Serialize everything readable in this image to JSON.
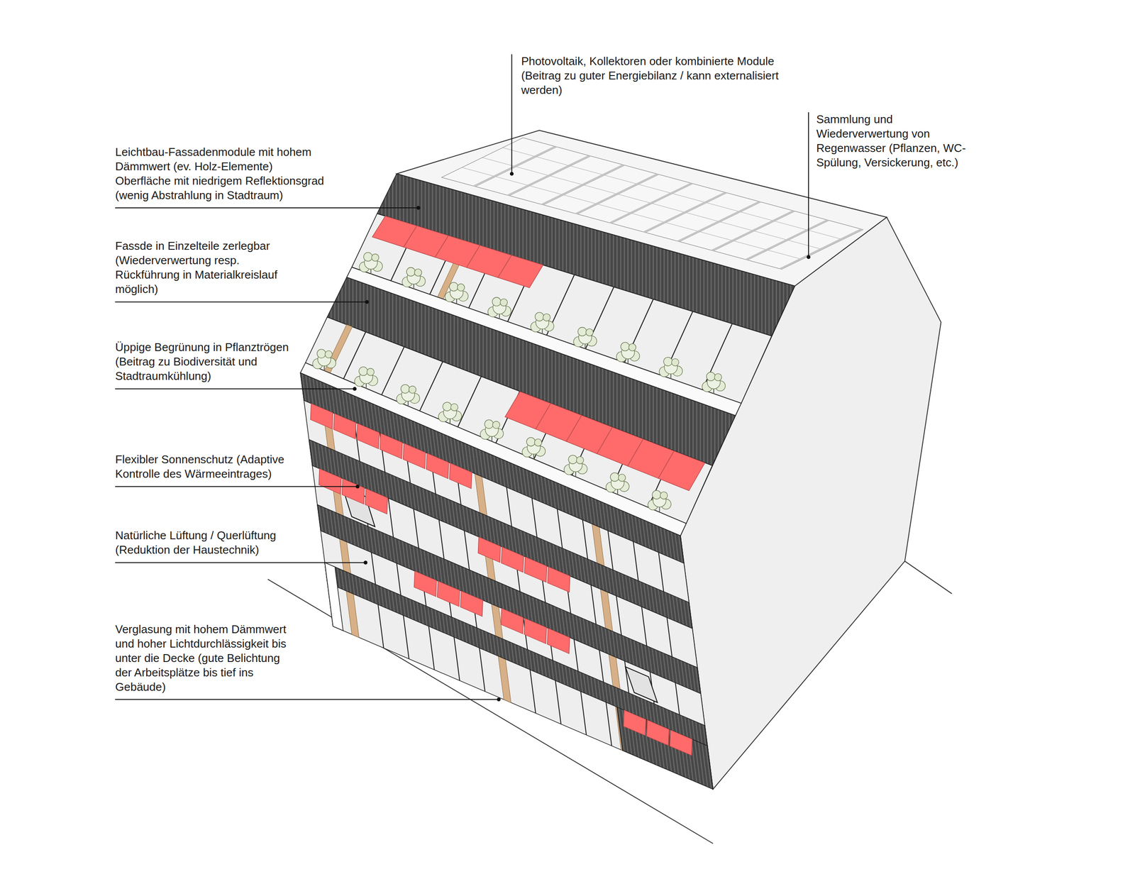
{
  "diagram": {
    "labels": [
      "Photovoltaik, Kollektoren oder kombinierte Module (Beitrag zu guter Energiebilanz / kann externalisiert werden)",
      "Sammlung und Wiederverwertung von Regenwasser (Pflanzen, WC-Spülung, Versickerung, etc.)",
      "Leichtbau-Fassadenmodule mit hohem Dämmwert (ev. Holz-Elemente) Oberfläche mit niedrigem Reflektionsgrad (wenig Abstrahlung in Stadtraum)",
      "Fassde in Einzelteile zerlegbar (Wiederverwertung resp. Rückführung in Materialkreislauf möglich)",
      "Üppige Begrünung in Pflanztrögen (Beitrag zu Biodiversität und Stadtraumkühlung)",
      "Flexibler Sonnenschutz (Adaptive Kontrolle des Wärmeeintrages)",
      "Natürliche Lüftung / Querlüftung (Reduktion der Haustechnik)",
      "Verglasung mit hohem Dämmwert und hoher Lichtdurchlässigkeit bis unter die Decke (gute Belichtung der Arbeitsplätze bis tief ins Gebäude)"
    ]
  }
}
